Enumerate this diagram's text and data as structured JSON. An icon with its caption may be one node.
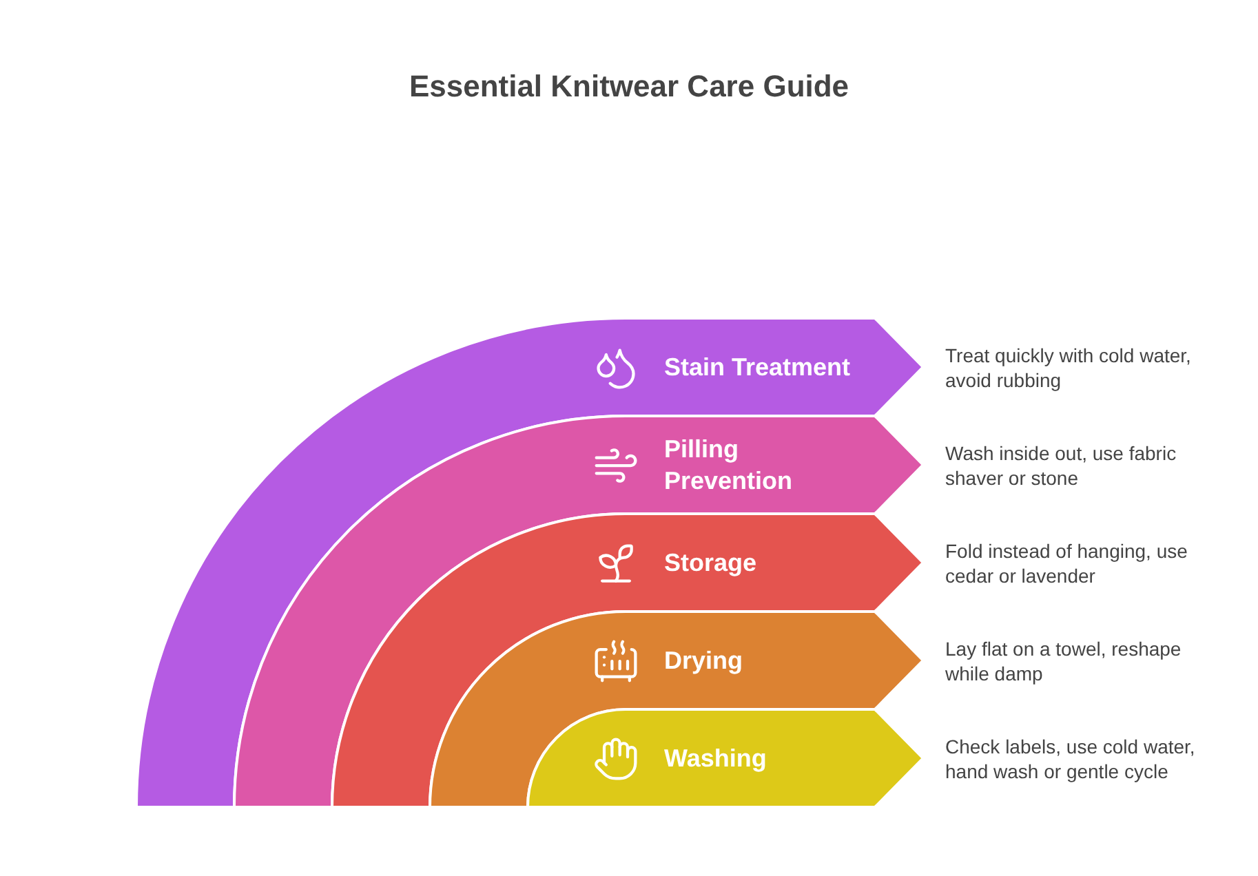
{
  "diagram": {
    "title": "Essential Knitwear Care Guide",
    "nodes": [
      {
        "text": [
          "Stain Treatment"
        ],
        "beside": [
          "Treat quickly with cold water, avoid rubbing"
        ]
      },
      {
        "text": [
          "Pilling Prevention"
        ],
        "beside": [
          "Wash inside out, use fabric shaver or stone"
        ]
      },
      {
        "text": [
          "Storage"
        ],
        "beside": [
          "Fold instead of hanging, use cedar or lavender"
        ]
      },
      {
        "text": [
          "Drying"
        ],
        "beside": [
          "Lay flat on a towel, reshape while damp"
        ]
      },
      {
        "text": [
          "Washing"
        ],
        "beside": [
          "Check labels, use cold water, hand wash or gentle cycle"
        ]
      }
    ]
  }
}
